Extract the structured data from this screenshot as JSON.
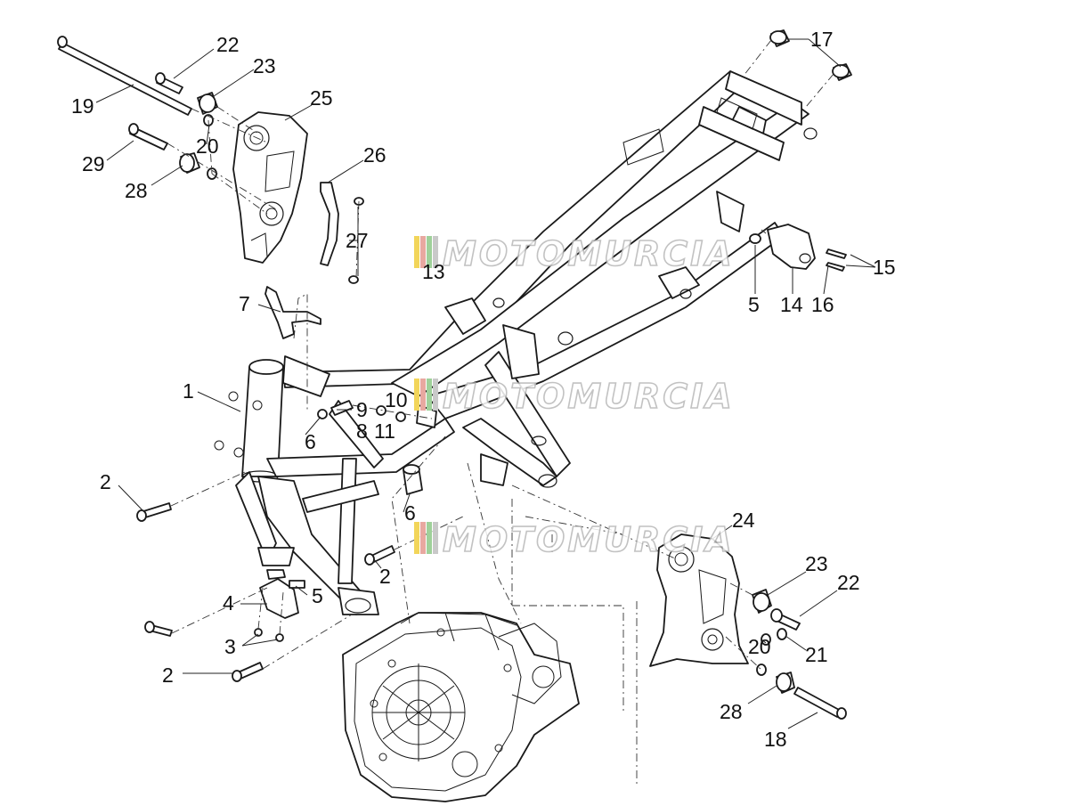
{
  "diagram": {
    "watermark_text": "MOTOMURCIA",
    "watermark_colors": [
      "#f2d55a",
      "#e8a8a0",
      "#9fd09a",
      "#c9c9c9"
    ],
    "callouts": [
      {
        "id": "c22a",
        "text": "22"
      },
      {
        "id": "c23a",
        "text": "23"
      },
      {
        "id": "c19",
        "text": "19"
      },
      {
        "id": "c25",
        "text": "25"
      },
      {
        "id": "c20a",
        "text": "20"
      },
      {
        "id": "c29",
        "text": "29"
      },
      {
        "id": "c28a",
        "text": "28"
      },
      {
        "id": "c26",
        "text": "26"
      },
      {
        "id": "c27",
        "text": "27"
      },
      {
        "id": "c13",
        "text": "13"
      },
      {
        "id": "c17",
        "text": "17"
      },
      {
        "id": "c15",
        "text": "15"
      },
      {
        "id": "c5a",
        "text": "5"
      },
      {
        "id": "c14",
        "text": "14"
      },
      {
        "id": "c16",
        "text": "16"
      },
      {
        "id": "c7",
        "text": "7"
      },
      {
        "id": "c1",
        "text": "1"
      },
      {
        "id": "c9",
        "text": "9"
      },
      {
        "id": "c10",
        "text": "10"
      },
      {
        "id": "c6a",
        "text": "6"
      },
      {
        "id": "c8",
        "text": "8"
      },
      {
        "id": "c11",
        "text": "11"
      },
      {
        "id": "c2a",
        "text": "2"
      },
      {
        "id": "c6b",
        "text": "6"
      },
      {
        "id": "c24",
        "text": "24"
      },
      {
        "id": "c2b",
        "text": "2"
      },
      {
        "id": "c23b",
        "text": "23"
      },
      {
        "id": "c22b",
        "text": "22"
      },
      {
        "id": "c4",
        "text": "4"
      },
      {
        "id": "c5b",
        "text": "5"
      },
      {
        "id": "c20b",
        "text": "20"
      },
      {
        "id": "c21",
        "text": "21"
      },
      {
        "id": "c3",
        "text": "3"
      },
      {
        "id": "c2c",
        "text": "2"
      },
      {
        "id": "c28b",
        "text": "28"
      },
      {
        "id": "c18",
        "text": "18"
      }
    ]
  }
}
